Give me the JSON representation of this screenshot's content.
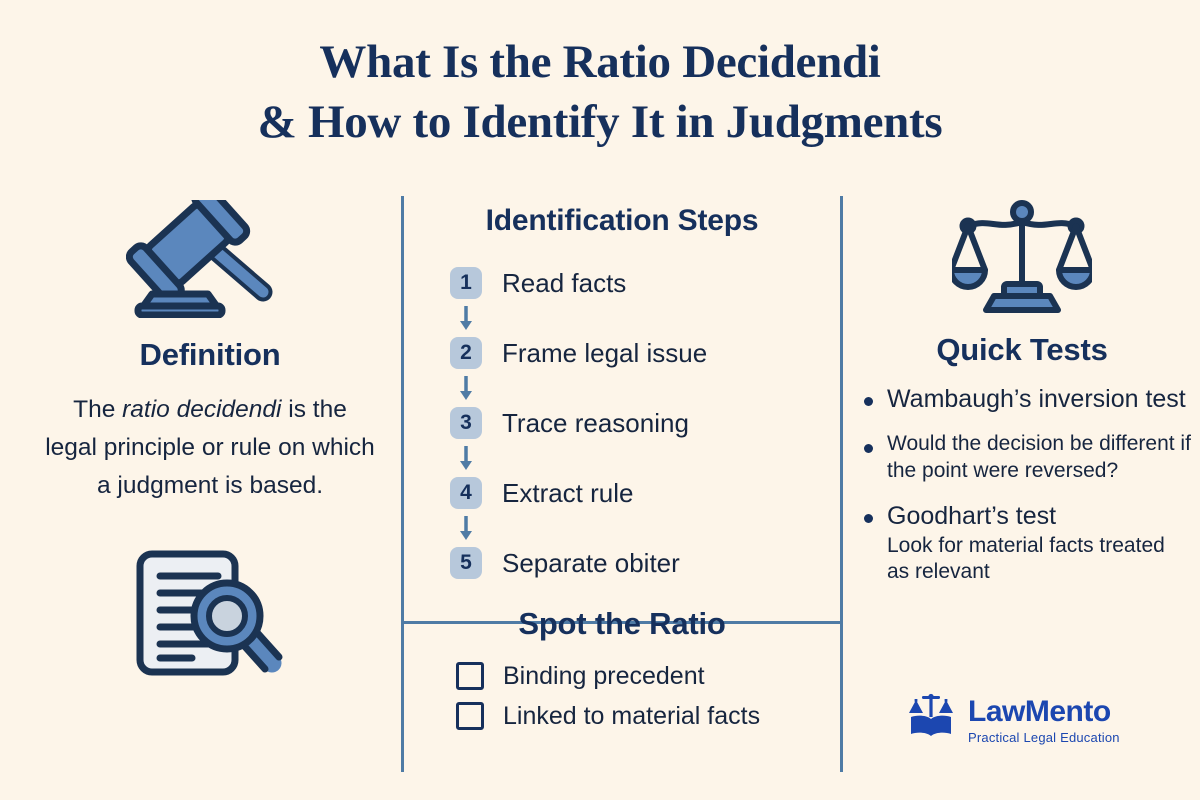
{
  "theme": {
    "background": "#fdf5e9",
    "navy": "#16305c",
    "text": "#16253f",
    "steel": "#4f7ba5",
    "badge_bg": "#b7c8db",
    "icon_fill": "#5b87bd",
    "icon_stroke": "#1b3352",
    "logo_blue": "#1c47b0"
  },
  "title": {
    "line1": "What Is the Ratio Decidendi",
    "line2": "& How to Identify It in Judgments"
  },
  "definition": {
    "icon": "gavel-icon",
    "heading": "Definition",
    "text_part1": "The ",
    "text_italic": "ratio decidendi",
    "text_part2": " is the legal principle or rule on which a judgment is based.",
    "secondary_icon": "document-magnifier-icon"
  },
  "steps_section": {
    "heading": "Identification Steps",
    "steps": [
      {
        "number": "1",
        "label": "Read facts"
      },
      {
        "number": "2",
        "label": "Frame legal issue"
      },
      {
        "number": "3",
        "label": "Trace reasoning"
      },
      {
        "number": "4",
        "label": "Extract rule"
      },
      {
        "number": "5",
        "label": "Separate obiter"
      }
    ]
  },
  "spot_section": {
    "heading": "Spot the Ratio",
    "items": [
      {
        "label": "Binding precedent",
        "checked": false
      },
      {
        "label": "Linked to material facts",
        "checked": false
      }
    ]
  },
  "quick_tests": {
    "icon": "scales-of-justice-icon",
    "heading": "Quick Tests",
    "items": [
      {
        "main": "Wambaugh’s inversion test",
        "size": "large",
        "sub": ""
      },
      {
        "main": "Would the decision be different if the point were reversed?",
        "size": "small",
        "sub": ""
      },
      {
        "main": "Goodhart’s test",
        "size": "large",
        "sub": "Look for material facts treated as relevant"
      }
    ]
  },
  "logo": {
    "icon": "scales-book-logo-icon",
    "name": "LawMento",
    "tagline": "Practical Legal Education"
  }
}
